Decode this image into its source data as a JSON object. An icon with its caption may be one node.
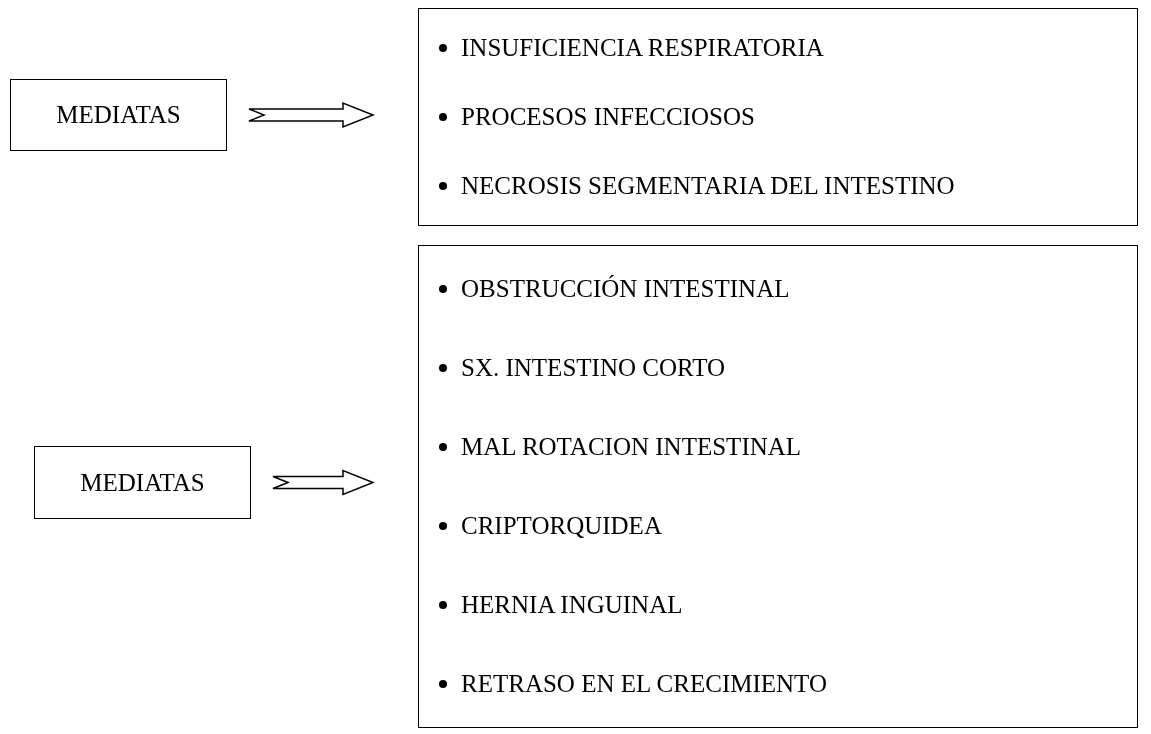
{
  "diagram": {
    "nodes": [
      {
        "text": [
          "MEDIATAS"
        ]
      },
      {
        "text": [
          "INSUFICIENCIA RESPIRATORIA",
          "PROCESOS INFECCIOSOS",
          "NECROSIS SEGMENTARIA DEL INTESTINO"
        ]
      },
      {
        "text": [
          "MEDIATAS"
        ]
      },
      {
        "text": [
          "OBSTRUCCIÓN INTESTINAL",
          "SX. INTESTINO CORTO",
          "MAL ROTACION INTESTINAL",
          "CRIPTORQUIDEA",
          "HERNIA INGUINAL",
          "RETRASO EN EL CRECIMIENTO"
        ]
      }
    ],
    "edges": [
      {
        "from": 0,
        "to": 1,
        "arrow": "to"
      },
      {
        "from": 2,
        "to": 3,
        "arrow": "to"
      }
    ]
  }
}
